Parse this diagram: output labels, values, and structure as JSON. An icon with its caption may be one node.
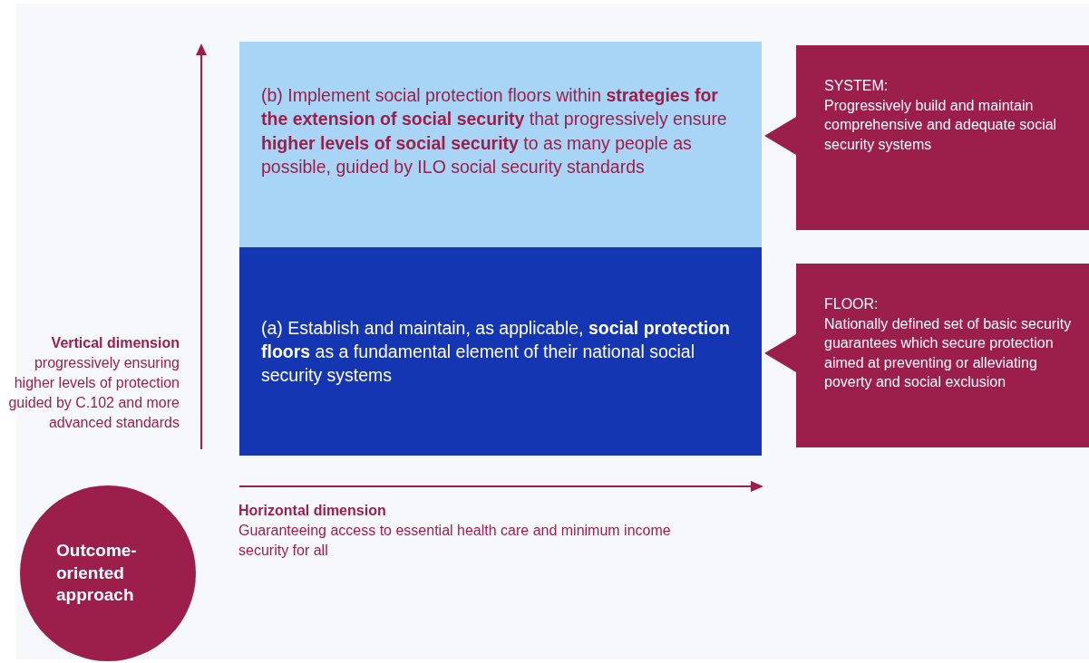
{
  "diagram": {
    "nodes": [
      {
        "text": [
          "(b) Implement social protection floors within **strategies for the extension of social security** that progressively ensure **higher levels of social security** to as many people as possible, guided by ILO social security standards"
        ]
      },
      {
        "text": [
          "(a) Establish and maintain, as applicable, **social protection floors** as a fundamental element of their national social security systems"
        ]
      },
      {
        "text": [
          "SYSTEM:",
          "Progressively build and maintain comprehensive and adequate social security systems"
        ]
      },
      {
        "text": [
          "FLOOR:",
          "Nationally defined set of basic security guarantees which secure protection aimed at preventing or alleviating poverty and social exclusion"
        ]
      },
      {
        "text": [
          "Outcome-oriented approach"
        ]
      }
    ],
    "labels": [
      "Vertical dimension",
      "progressively ensuring higher levels of protection guided by C.102 and more advanced standards",
      "Horizontal dimension",
      "Guaranteeing access to essential health care and minimum income security for all"
    ]
  }
}
